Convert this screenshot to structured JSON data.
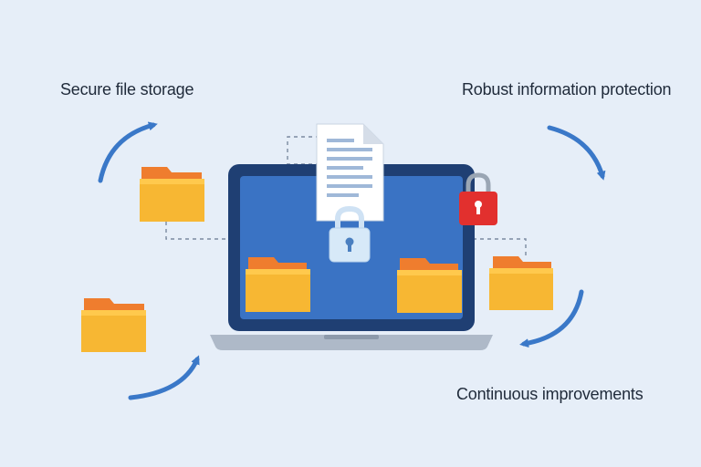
{
  "labels": {
    "secure_file_storage": "Secure file storage",
    "robust_information_protection": "Robust information protection",
    "continuous_improvements": "Continuous improvements"
  },
  "icons": {
    "folder": "folder-icon",
    "lock": "padlock-icon",
    "document": "document-icon",
    "laptop": "laptop-icon",
    "arrow": "curved-arrow-icon"
  },
  "colors": {
    "background": "#e6eef8",
    "folder_body": "#f7b733",
    "folder_tab": "#ef7d2e",
    "laptop_frame": "#1f3f73",
    "laptop_screen": "#3a73c4",
    "arrow": "#3a78c8",
    "lock_red": "#e2302e",
    "lock_light": "#d7e9f8"
  }
}
